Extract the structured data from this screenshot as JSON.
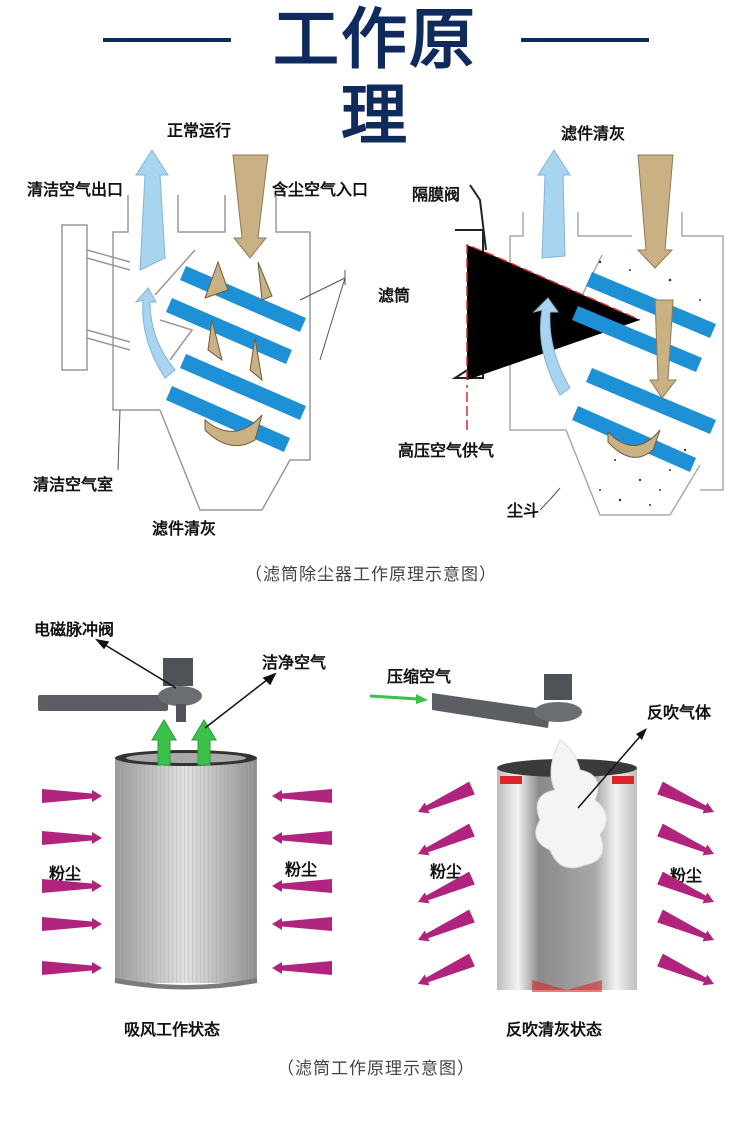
{
  "header": {
    "title": "工作原理",
    "accent_color": "#0f2a5c"
  },
  "diagram_top": {
    "left_panel": {
      "heading": "正常运行",
      "labels": {
        "clean_air_outlet": "清洁空气出口",
        "dusty_air_inlet": "含尘空气入口",
        "clean_air_chamber": "清洁空气室",
        "bottom": "滤件清灰"
      }
    },
    "right_panel": {
      "heading": "滤件清灰",
      "labels": {
        "diaphragm_valve": "隔膜阀",
        "filter_cartridge": "滤筒",
        "high_pressure_air": "高压空气供气",
        "dust_hopper": "尘斗"
      }
    },
    "caption": "（滤筒除尘器工作原理示意图）",
    "colors": {
      "filter_blue": "#1e90d6",
      "airflow_light_blue": "#a9d4f0",
      "dust_tan": "#c9b184",
      "pulse_red": "#d9262b"
    }
  },
  "diagram_bottom": {
    "left_panel": {
      "labels": {
        "pulse_valve": "电磁脉冲阀",
        "clean_air": "洁净空气",
        "dust_left": "粉尘",
        "dust_right": "粉尘",
        "state": "吸风工作状态"
      }
    },
    "right_panel": {
      "labels": {
        "compressed_air": "压缩空气",
        "reverse_blow_gas": "反吹气体",
        "dust_left": "粉尘",
        "dust_right": "粉尘",
        "state": "反吹清灰状态"
      }
    },
    "caption": "（滤筒工作原理示意图）",
    "colors": {
      "dust_arrow_magenta": "#b0247e",
      "clean_air_green": "#3cc24a",
      "cartridge_gray": "#c9c9c9"
    }
  }
}
